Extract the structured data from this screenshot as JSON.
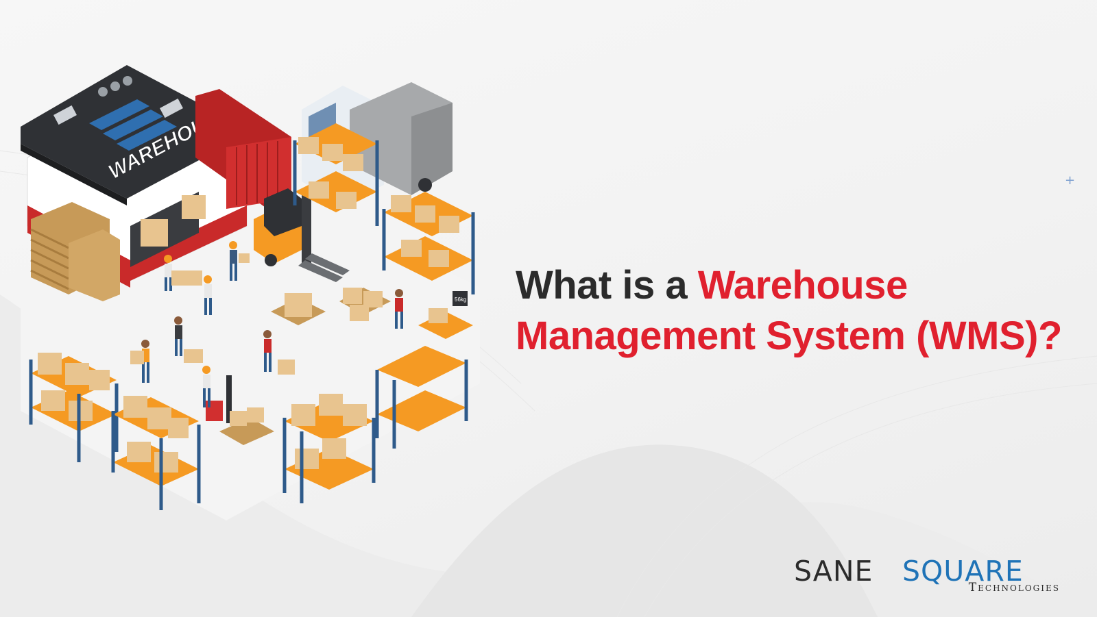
{
  "illustration": {
    "building_sign": "WAREHOUSE",
    "scale_label": "56kg"
  },
  "headline": {
    "part1": "What is a ",
    "part2": "Warehouse",
    "part3": "Management System (WMS)?"
  },
  "decoration": {
    "plus": "+"
  },
  "logo": {
    "sane": "SANE",
    "square": "SQUARE",
    "tagline": "Technologies"
  },
  "colors": {
    "headline_dark": "#2b2b2b",
    "headline_red": "#e0202e",
    "logo_blue": "#1f73b7",
    "shelf_orange": "#f59a23",
    "shelf_blue": "#2e5a8a",
    "box_tan": "#e8c48f",
    "container_red": "#c92a2a",
    "roof_dark": "#2f3135"
  }
}
